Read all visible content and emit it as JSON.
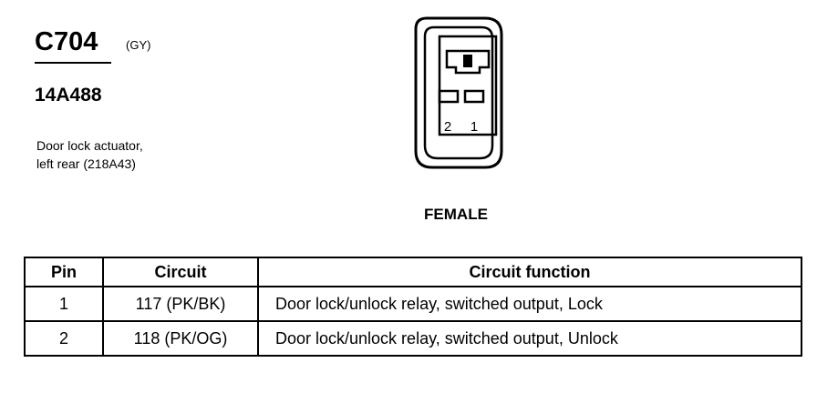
{
  "connector": {
    "id": "C704",
    "color_code": "(GY)",
    "part_number": "14A488",
    "description_lines": [
      "Door lock actuator,",
      "left rear (218A43)"
    ],
    "gender": "FEMALE",
    "pin_labels": [
      "2",
      "1"
    ]
  },
  "table": {
    "headers": {
      "pin": "Pin",
      "circuit": "Circuit",
      "function": "Circuit function"
    },
    "rows": [
      {
        "pin": "1",
        "circuit": "117 (PK/BK)",
        "function": "Door lock/unlock relay, switched output, Lock"
      },
      {
        "pin": "2",
        "circuit": "118 (PK/OG)",
        "function": "Door lock/unlock relay, switched output, Unlock"
      }
    ]
  }
}
